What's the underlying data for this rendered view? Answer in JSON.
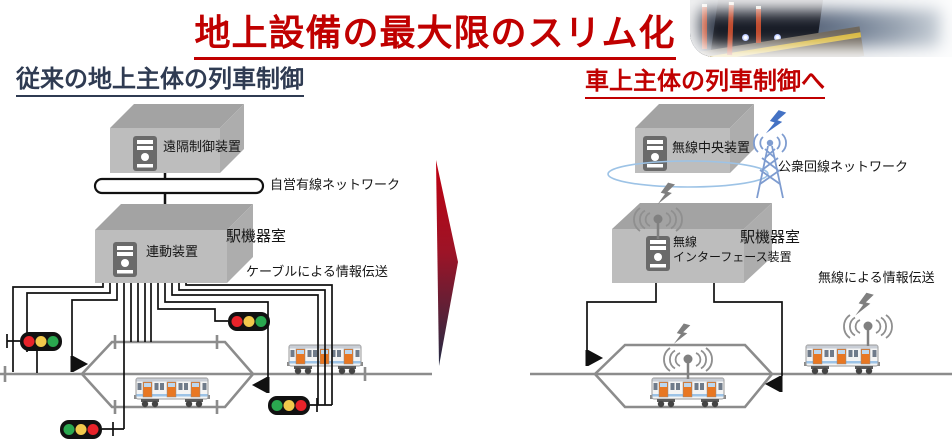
{
  "title": "地上設備の最大限のスリム化",
  "left": {
    "heading": "従来の地上主体の列車制御",
    "remote_control_label": "遠隔制御装置",
    "wired_network_label": "自営有線ネットワーク",
    "interlocking_label": "連動装置",
    "station_room_label": "駅機器室",
    "cable_note": "ケーブルによる情報伝送"
  },
  "right": {
    "heading": "車上主体の列車制御へ",
    "radio_central_label": "無線中央装置",
    "public_network_label": "公衆回線ネットワーク",
    "radio_interface_label_line1": "無線",
    "radio_interface_label_line2": "インターフェース装置",
    "station_room_label": "駅機器室",
    "radio_note": "無線による情報伝送"
  },
  "icons": {
    "signal": "signal-icon",
    "point_machine": "point-machine-icon",
    "train": "train-icon",
    "antenna": "radio-antenna-icon",
    "tower": "radio-tower-icon",
    "lightning": "lightning-icon",
    "server": "server-icon",
    "house": "equipment-house"
  },
  "colors": {
    "accent_red": "#C00000",
    "heading_dark": "#2F3B52",
    "house_gray": "#BDBDBD",
    "roof_gray": "#A3A3A3",
    "track_gray": "#8C8C8C",
    "cable_black": "#111111",
    "signal_red": "#E8232A",
    "signal_yellow": "#F2C94C",
    "signal_green": "#2AA84F",
    "door_orange": "#E87722",
    "radio_blue": "#4472C4",
    "tower_blue": "#7E9CD0",
    "arrow_top": "#C00010",
    "arrow_bottom": "#232B45"
  }
}
